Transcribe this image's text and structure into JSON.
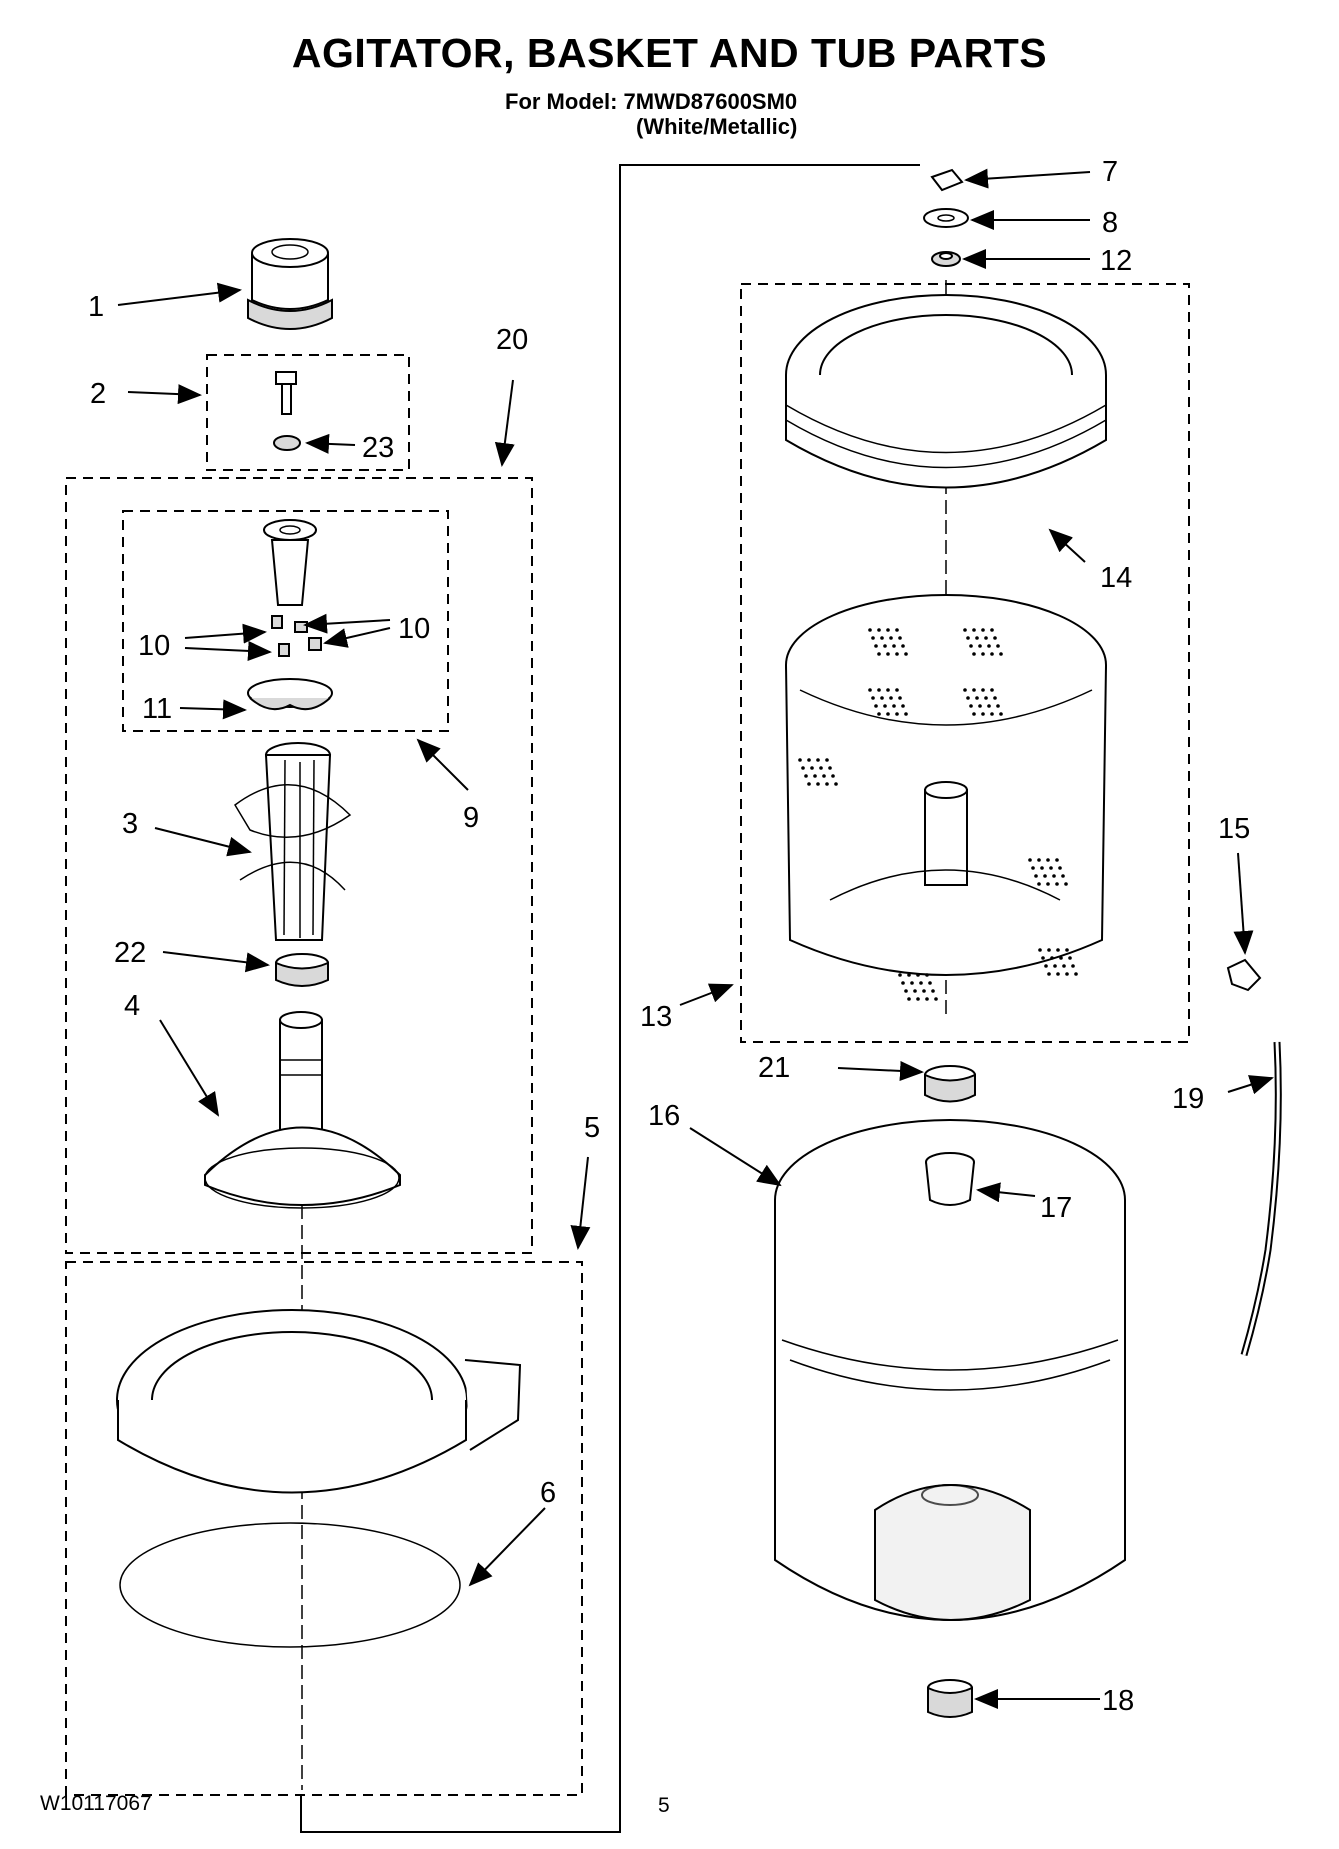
{
  "header": {
    "title": "AGITATOR, BASKET AND TUB PARTS",
    "model_line": "For Model: 7MWD87600SM0",
    "variant_line": "(White/Metallic)"
  },
  "footer": {
    "doc_number": "W10117067",
    "page_number": "5"
  },
  "callouts": {
    "c1": "1",
    "c2": "2",
    "c3": "3",
    "c4": "4",
    "c5": "5",
    "c6": "6",
    "c7": "7",
    "c8": "8",
    "c9": "9",
    "c10a": "10",
    "c10b": "10",
    "c11": "11",
    "c12": "12",
    "c13": "13",
    "c14": "14",
    "c15": "15",
    "c16": "16",
    "c17": "17",
    "c18": "18",
    "c19": "19",
    "c20": "20",
    "c21": "21",
    "c22": "22",
    "c23": "23"
  }
}
